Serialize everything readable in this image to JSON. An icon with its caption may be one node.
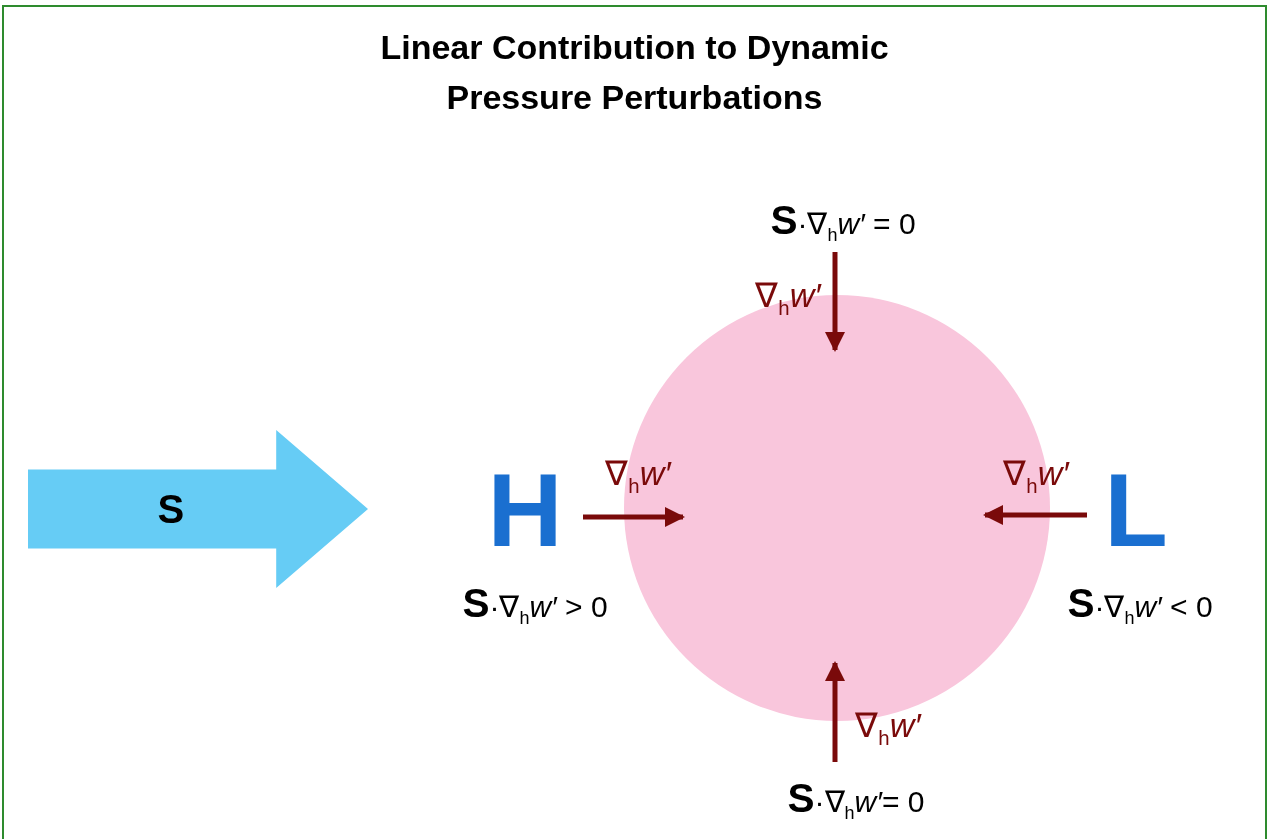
{
  "diagram": {
    "title": "Linear Contribution to Dynamic Pressure Perturbations",
    "nodes": [
      {
        "text": [
          "S"
        ]
      },
      {
        "text": [],
        "shape": "circle"
      }
    ],
    "labels": [
      "**S**·∇$_{h}$*w′* = 0",
      "∇$_{h}$*w′*",
      "H",
      "∇$_{h}$*w′*",
      "∇$_{h}$*w′*",
      "L",
      "**S**·∇$_{h}$*w′* > 0",
      "**S**·∇$_{h}$*w′* < 0",
      "∇$_{h}$*w′*",
      "**S**·∇$_{h}$*w′*= 0"
    ]
  }
}
